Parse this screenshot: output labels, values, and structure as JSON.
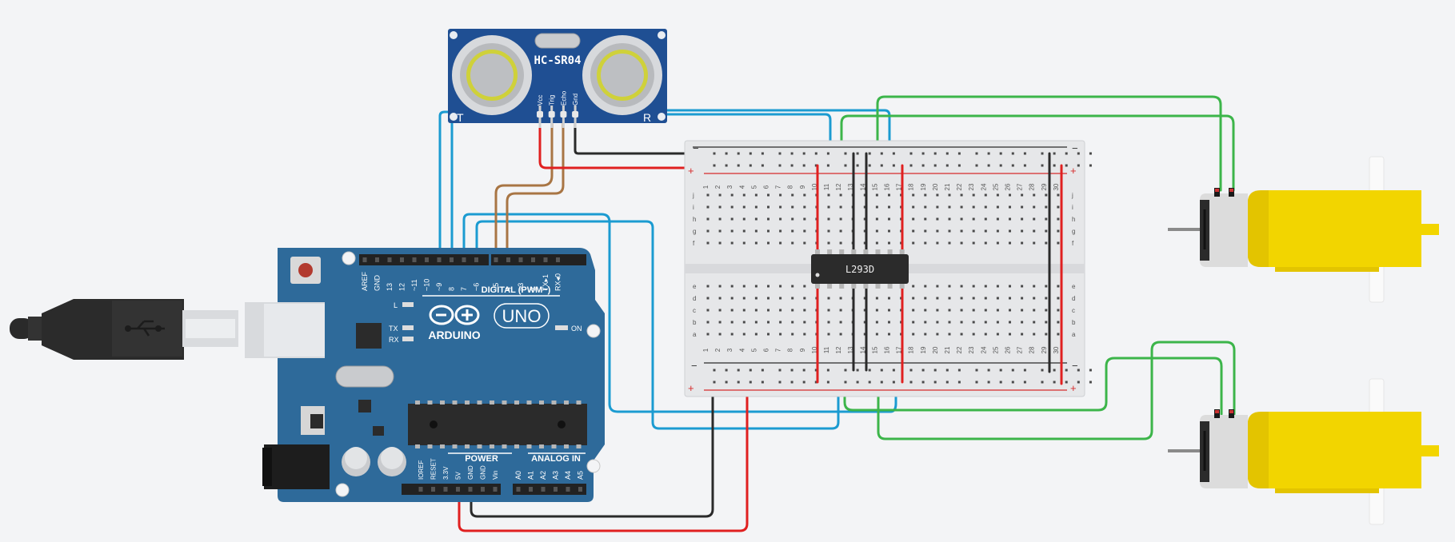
{
  "sensor": {
    "name": "HC-SR04",
    "left_mark": "T",
    "right_mark": "R",
    "pins": [
      "Vcc",
      "Trig",
      "Echo",
      "Gnd"
    ]
  },
  "driver": {
    "name": "L293D"
  },
  "arduino": {
    "brand": "ARDUINO",
    "model": "UNO",
    "digital_label": "DIGITAL (PWM~)",
    "power_label": "POWER",
    "analog_label": "ANALOG IN",
    "led_labels": {
      "l": "L",
      "tx": "TX",
      "rx": "RX",
      "on": "ON"
    },
    "digital_pins": [
      "AREF",
      "GND",
      "13",
      "12",
      "~11",
      "~10",
      "~9",
      "8",
      "7",
      "~6",
      "~5",
      "4",
      "~3",
      "2",
      "TX▸1",
      "RX◂0"
    ],
    "power_pins": [
      "IOREF",
      "RESET",
      "3.3V",
      "5V",
      "GND",
      "GND",
      "Vin"
    ],
    "analog_pins": [
      "A0",
      "A1",
      "A2",
      "A3",
      "A4",
      "A5"
    ]
  },
  "breadboard": {
    "rail_minus": "−",
    "rail_plus": "+",
    "row_letters_top": [
      "j",
      "i",
      "h",
      "g",
      "f"
    ],
    "row_letters_bottom": [
      "e",
      "d",
      "c",
      "b",
      "a"
    ],
    "column_numbers": [
      "1",
      "2",
      "3",
      "4",
      "5",
      "6",
      "7",
      "8",
      "9",
      "10",
      "11",
      "12",
      "13",
      "14",
      "15",
      "16",
      "17",
      "18",
      "19",
      "20",
      "21",
      "22",
      "23",
      "24",
      "25",
      "26",
      "27",
      "28",
      "29",
      "30"
    ]
  },
  "colors": {
    "canvas": "#f3f4f6",
    "board_blue": "#2e6a9a",
    "sensor_blue": "#1f4f93",
    "wire_blue": "#1b9bd1",
    "wire_green": "#3cb54a",
    "wire_red": "#e02020",
    "wire_black": "#2a2a2a",
    "wire_brown": "#a87544",
    "motor_yellow": "#f2d500"
  },
  "icons": [
    "usb-cable-icon",
    "usb-symbol-icon",
    "arduino-infinity-logo-icon",
    "reset-button-icon"
  ]
}
